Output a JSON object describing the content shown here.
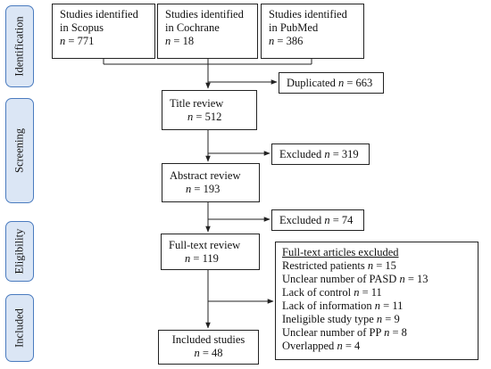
{
  "phases": [
    {
      "label": "Identification"
    },
    {
      "label": "Screening"
    },
    {
      "label": "Eligibility"
    },
    {
      "label": "Included"
    }
  ],
  "sources": [
    {
      "line1": "Studies identified",
      "line2": "in Scopus",
      "n": "771"
    },
    {
      "line1": "Studies identified",
      "line2": "in Cochrane",
      "n": "18"
    },
    {
      "line1": "Studies identified",
      "line2": "in PubMed",
      "n": "386"
    }
  ],
  "duplicated": {
    "label": "Duplicated",
    "n": "663"
  },
  "title_review": {
    "label": "Title review",
    "n": "512"
  },
  "excluded_title": {
    "label": "Excluded",
    "n": "319"
  },
  "abstract_review": {
    "label": "Abstract review",
    "n": "193"
  },
  "excluded_abstract": {
    "label": "Excluded",
    "n": "74"
  },
  "fulltext_review": {
    "label": "Full-text review",
    "n": "119"
  },
  "fulltext_excluded": {
    "title": "Full-text articles excluded",
    "items": [
      {
        "label": "Restricted patients",
        "n": "15"
      },
      {
        "label": "Unclear number of PASD",
        "n": "13"
      },
      {
        "label": "Lack of control",
        "n": "11"
      },
      {
        "label": "Lack of information",
        "n": "11"
      },
      {
        "label": "Ineligible study type",
        "n": "9"
      },
      {
        "label": "Unclear number of PP",
        "n": "8"
      },
      {
        "label": "Overlapped",
        "n": "4"
      }
    ]
  },
  "included": {
    "label": "Included studies",
    "n": "48"
  },
  "n_symbol": "n",
  "eq": "="
}
